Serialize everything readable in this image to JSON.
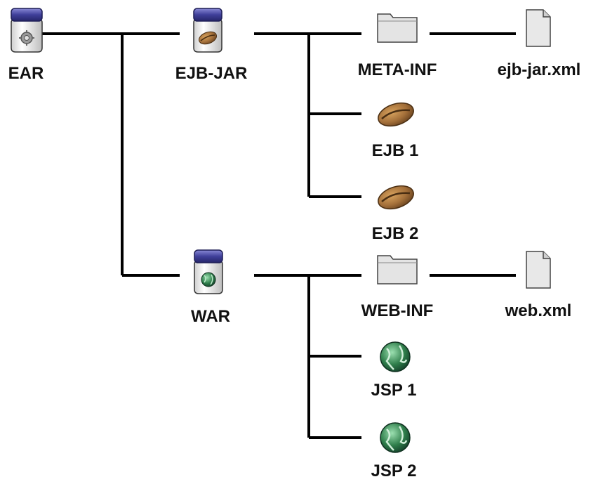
{
  "nodes": {
    "ear": {
      "label": "EAR",
      "icon": "ear-jar-icon"
    },
    "ejb_jar": {
      "label": "EJB-JAR",
      "icon": "ejb-jar-icon"
    },
    "meta_inf": {
      "label": "META-INF",
      "icon": "folder-icon"
    },
    "ejb_xml": {
      "label": "ejb-jar.xml",
      "icon": "file-icon"
    },
    "ejb1": {
      "label": "EJB 1",
      "icon": "coffee-bean-icon"
    },
    "ejb2": {
      "label": "EJB 2",
      "icon": "coffee-bean-icon"
    },
    "war": {
      "label": "WAR",
      "icon": "war-jar-icon"
    },
    "web_inf": {
      "label": "WEB-INF",
      "icon": "folder-icon"
    },
    "web_xml": {
      "label": "web.xml",
      "icon": "file-icon"
    },
    "jsp1": {
      "label": "JSP 1",
      "icon": "globe-icon"
    },
    "jsp2": {
      "label": "JSP 2",
      "icon": "globe-icon"
    }
  },
  "edges": [
    [
      "ear",
      "ejb_jar"
    ],
    [
      "ear",
      "war"
    ],
    [
      "ejb_jar",
      "meta_inf"
    ],
    [
      "ejb_jar",
      "ejb1"
    ],
    [
      "ejb_jar",
      "ejb2"
    ],
    [
      "meta_inf",
      "ejb_xml"
    ],
    [
      "war",
      "web_inf"
    ],
    [
      "war",
      "jsp1"
    ],
    [
      "war",
      "jsp2"
    ],
    [
      "web_inf",
      "web_xml"
    ]
  ],
  "colors": {
    "jar_lid": "#3f3f9a",
    "jar_glass": "#e8e8e8",
    "bean": "#a4703a",
    "globe": "#2e7d4a",
    "folder": "#e4e4e4",
    "line": "#000000"
  }
}
